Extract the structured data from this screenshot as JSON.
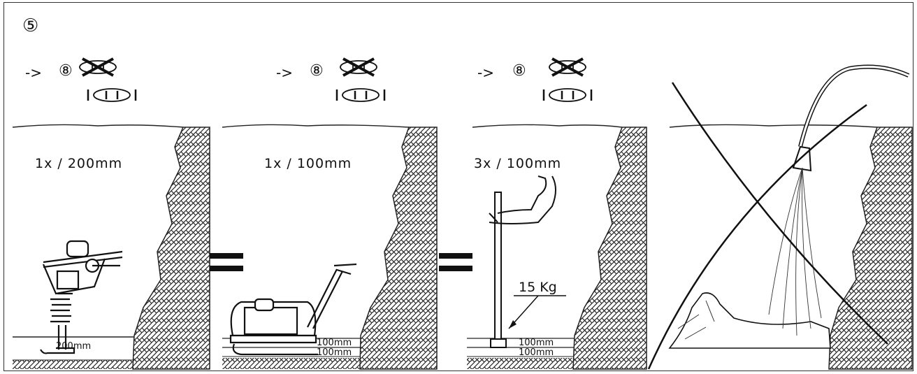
{
  "step_marker": "⑤",
  "panels": [
    {
      "arrow": "->",
      "ref": "⑧",
      "rate": "1x / 200mm",
      "layers": [
        "200mm"
      ]
    },
    {
      "arrow": "->",
      "ref": "⑧",
      "rate": "1x / 100mm",
      "layers": [
        "100mm",
        "100mm"
      ]
    },
    {
      "arrow": "->",
      "ref": "⑧",
      "rate": "3x / 100mm",
      "layers": [
        "100mm",
        "100mm"
      ],
      "weight": "15 Kg"
    }
  ]
}
